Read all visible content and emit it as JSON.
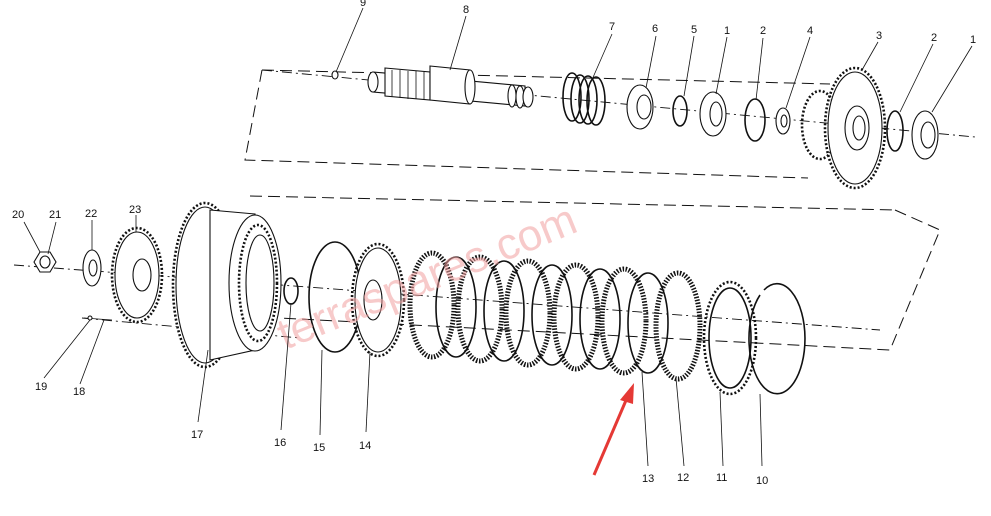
{
  "diagram": {
    "callouts": [
      {
        "id": "c9",
        "label": "9"
      },
      {
        "id": "c8",
        "label": "8"
      },
      {
        "id": "c7",
        "label": "7"
      },
      {
        "id": "c6",
        "label": "6"
      },
      {
        "id": "c5",
        "label": "5"
      },
      {
        "id": "c1a",
        "label": "1"
      },
      {
        "id": "c2a",
        "label": "2"
      },
      {
        "id": "c4",
        "label": "4"
      },
      {
        "id": "c3",
        "label": "3"
      },
      {
        "id": "c2b",
        "label": "2"
      },
      {
        "id": "c1b",
        "label": "1"
      },
      {
        "id": "c20",
        "label": "20"
      },
      {
        "id": "c21",
        "label": "21"
      },
      {
        "id": "c22",
        "label": "22"
      },
      {
        "id": "c23",
        "label": "23"
      },
      {
        "id": "c19",
        "label": "19"
      },
      {
        "id": "c18",
        "label": "18"
      },
      {
        "id": "c17",
        "label": "17"
      },
      {
        "id": "c16",
        "label": "16"
      },
      {
        "id": "c15",
        "label": "15"
      },
      {
        "id": "c14",
        "label": "14"
      },
      {
        "id": "c13",
        "label": "13"
      },
      {
        "id": "c12",
        "label": "12"
      },
      {
        "id": "c11",
        "label": "11"
      },
      {
        "id": "c10",
        "label": "10"
      }
    ],
    "watermark": "terraspares.com",
    "highlight_color": "#e53935",
    "line_color": "#111111",
    "watermark_color": "#f2a0a0"
  }
}
